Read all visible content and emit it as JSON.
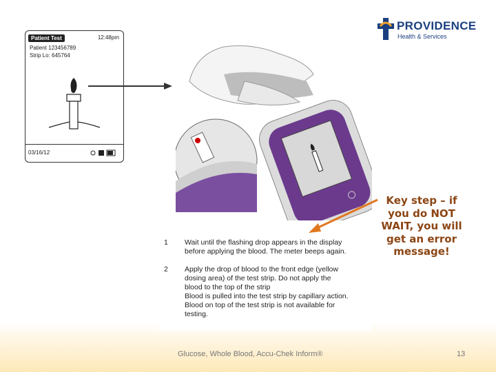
{
  "logo": {
    "name": "PROVIDENCE",
    "sub": "Health & Services",
    "accent": "#f0a32e",
    "brand": "#1a3f80"
  },
  "screen": {
    "header": "Patient Test",
    "time": "12:48pm",
    "patient": "Patient 123456789",
    "strip_lot": "Strip Lo: 645764",
    "date": "03/16/12",
    "icons": [
      "drop-icon",
      "battery-icon"
    ]
  },
  "steps": [
    {
      "num": "1",
      "lines": [
        "Wait until the flashing drop appears in the display",
        "before applying the blood. The meter beeps again."
      ]
    },
    {
      "num": "2",
      "lines": [
        "Apply the drop of blood to the front edge (yellow",
        "dosing area) of the test strip. Do not apply the",
        "blood to the top of the strip",
        "Blood is pulled into the test strip by capillary action.",
        "Blood on top of the test strip is not available for",
        "testing."
      ]
    }
  ],
  "callout": {
    "lines": [
      "Key step – if",
      "you do NOT",
      "WAIT, you will",
      "get an error",
      "message!"
    ],
    "color": "#8b4513"
  },
  "footer": {
    "text": "Glucose, Whole Blood, Accu-Chek Inform®",
    "page_number": "13"
  }
}
